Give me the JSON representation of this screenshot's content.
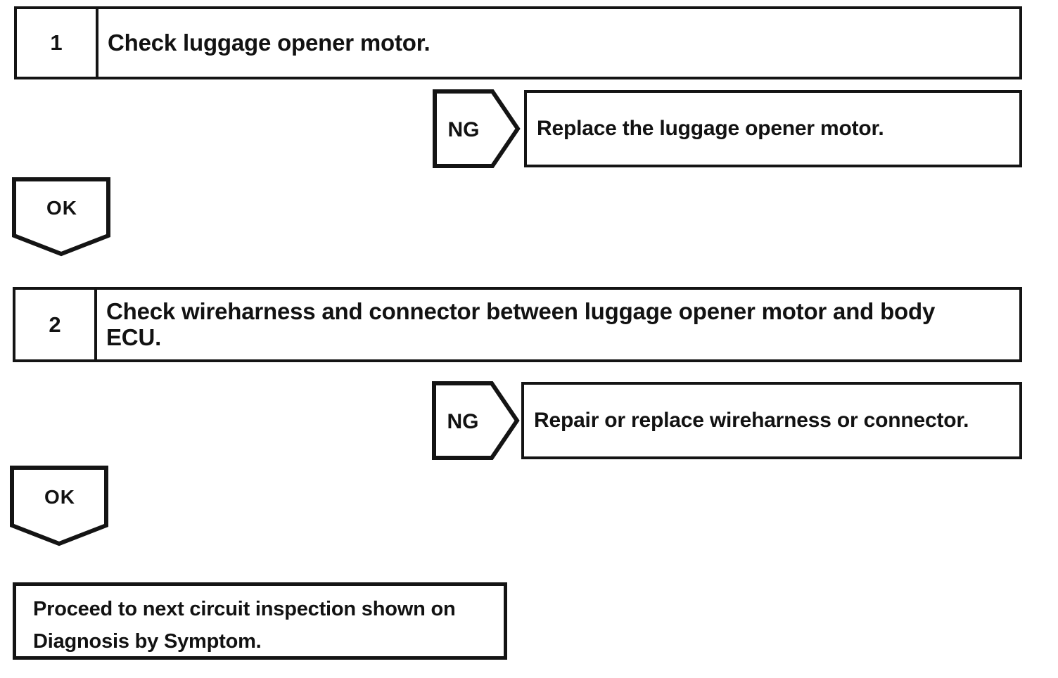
{
  "flowchart": {
    "colors": {
      "ink": "#121212",
      "background": "#ffffff"
    },
    "ng_label": "NG",
    "ok_label": "OK",
    "steps": [
      {
        "number": "1",
        "instruction": "Check luggage opener motor."
      },
      {
        "number": "2",
        "instruction": "Check wireharness and connector between luggage opener motor and body ECU."
      }
    ],
    "ng_actions": [
      {
        "text": "Replace the luggage opener motor."
      },
      {
        "text": "Repair or replace wireharness or connector."
      }
    ],
    "final_box": {
      "line1": "Proceed to next circuit inspection shown on",
      "line2": "Diagnosis by Symptom."
    }
  }
}
